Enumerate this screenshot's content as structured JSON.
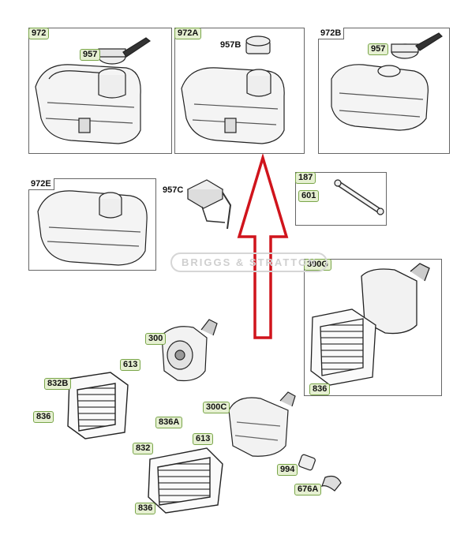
{
  "panels": {
    "p972": "972",
    "p972A": "972A",
    "p972B": "972B",
    "p972E": "972E",
    "p187": "187",
    "p300G": "300G"
  },
  "callouts": {
    "c957_left": "957",
    "c957B": "957B",
    "c957_right": "957",
    "c957C": "957C",
    "c601": "601",
    "c300": "300",
    "c613_top": "613",
    "c832B": "832B",
    "c836_left": "836",
    "c836A": "836A",
    "c300C": "300C",
    "c613_mid": "613",
    "c832": "832",
    "c994": "994",
    "c676A": "676A",
    "c836_bottom": "836",
    "c836_300G": "836"
  },
  "watermark": "BRIGGS & STRATTON",
  "colors": {
    "callout_fill": "#e6f0d2",
    "callout_border": "#7aa64a",
    "arrow": "#d0141c",
    "linework": "#222222"
  }
}
